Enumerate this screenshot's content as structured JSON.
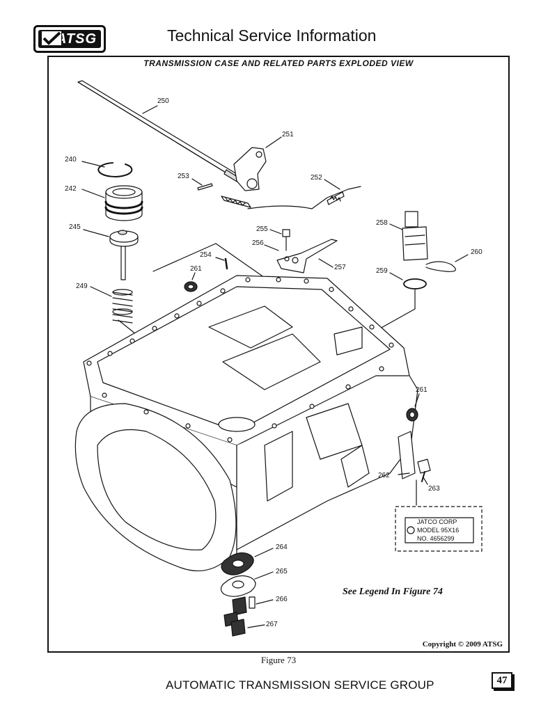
{
  "header": {
    "logo_text": "ATSG",
    "title": "Technical Service Information"
  },
  "diagram": {
    "title": "TRANSMISSION CASE AND RELATED PARTS EXPLODED VIEW",
    "callouts": {
      "c250": "250",
      "c251": "251",
      "c240": "240",
      "c253": "253",
      "c252": "252",
      "c242": "242",
      "c245": "245",
      "c255": "255",
      "c258": "258",
      "c256": "256",
      "c254": "254",
      "c260": "260",
      "c261a": "261",
      "c257": "257",
      "c259": "259",
      "c249": "249",
      "c261b": "261",
      "c262": "262",
      "c263": "263",
      "c264": "264",
      "c265": "265",
      "c266": "266",
      "c267": "267"
    },
    "id_tag": {
      "line1": "JATCO CORP",
      "line2": "MODEL  95X16",
      "line3": "NO.  4656299"
    },
    "legend_note": "See Legend In Figure 74",
    "copyright": "Copyright © 2009 ATSG"
  },
  "figure_caption": "Figure 73",
  "footer": {
    "org": "AUTOMATIC TRANSMISSION SERVICE GROUP",
    "page_number": "47"
  }
}
